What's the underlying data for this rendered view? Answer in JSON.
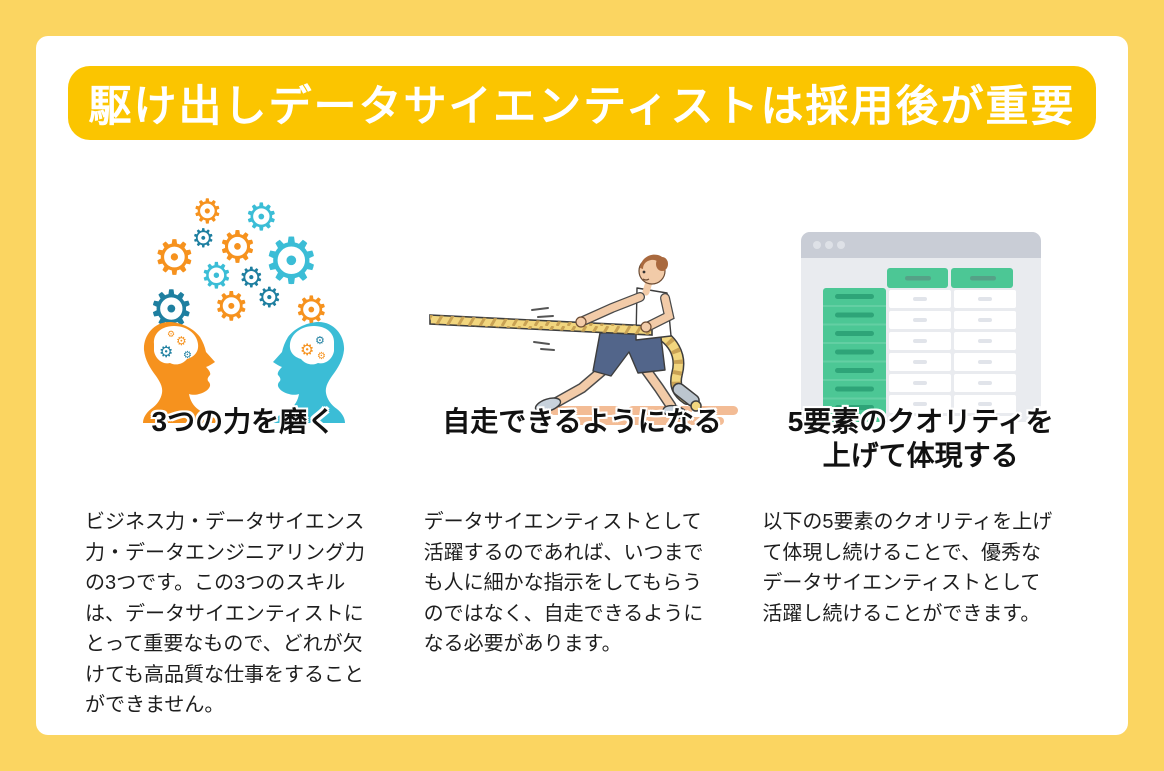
{
  "header": {
    "title": "駆け出しデータサイエンティストは採用後が重要"
  },
  "columns": [
    {
      "id": "three-skills",
      "illustration": "two-heads-with-gears",
      "heading_lines": {
        "0": "3つの力を磨く"
      },
      "body": "ビジネス力・データサイエンス力・データエンジニアリング力の3つです。この3つのスキルは、データサイエンティストにとって重要なもので、どれが欠けても高品質な仕事をすることができません。"
    },
    {
      "id": "self-driven",
      "illustration": "man-pulling-rope",
      "heading_lines": {
        "0": "自走できるようになる"
      },
      "body": "データサイエンティストとして活躍するのであれば、いつまでも人に細かな指示をしてもらうのではなく、自走できるようになる必要があります。"
    },
    {
      "id": "five-elements",
      "illustration": "spreadsheet-browser-window",
      "heading_lines": {
        "0": "5要素のクオリティを",
        "1": "上げて体現する"
      },
      "body": "以下の5要素のクオリティを上げて体現し続けることで、優秀なデータサイエンティストとして活躍し続けることができます。"
    }
  ],
  "icons": {
    "gear_glyph": "⚙",
    "window_dots": 3
  },
  "colors": {
    "frame_yellow": "#FBD561",
    "header_yellow": "#FBC500",
    "orange": "#F6921E",
    "teal": "#3BBDD6",
    "teal_dark": "#1E7FA0",
    "green": "#4CC795",
    "green_dark": "#2EA478",
    "window_gray": "#E9EBEF",
    "titlebar_gray": "#C9CDD6",
    "heading_text": "#111111",
    "body_text": "#1E1E1E"
  }
}
